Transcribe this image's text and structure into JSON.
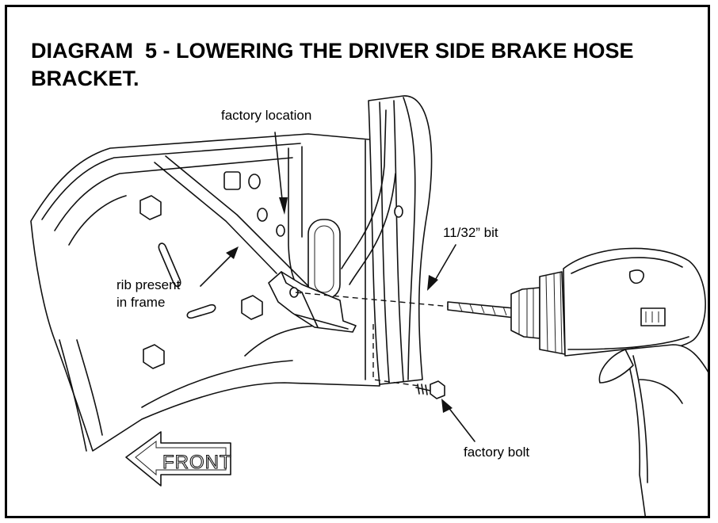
{
  "title": "DIAGRAM  5 - LOWERING THE DRIVER SIDE BRAKE HOSE BRACKET.",
  "labels": {
    "factory_location": "factory location",
    "bit": "11/32” bit",
    "rib_line1": "rib present",
    "rib_line2": "in frame",
    "factory_bolt": "factory bolt",
    "front": "FRONT"
  },
  "icons": [
    "drill-icon",
    "bolt-icon",
    "front-arrow-icon",
    "leader-arrow-icon"
  ],
  "colors": {
    "ink": "#000000",
    "background": "#ffffff"
  }
}
